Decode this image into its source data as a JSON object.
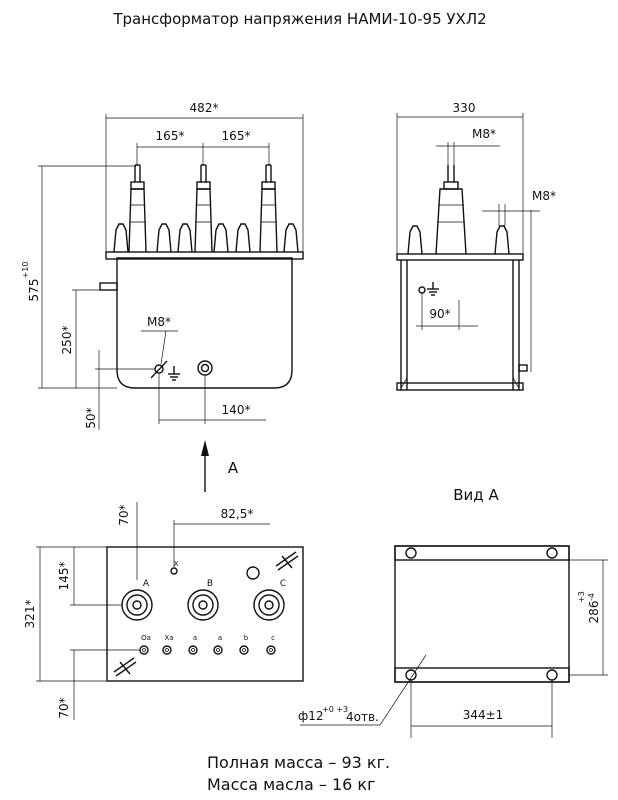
{
  "title": "Трансформатор напряжения НАМИ-10-95 УХЛ2",
  "front_view": {
    "dim_total_width": "482*",
    "dim_pitch_left": "165*",
    "dim_pitch_right": "165*",
    "dim_height": "575",
    "dim_height_tol": "+10",
    "dim_body_height": "250*",
    "dim_thread": "M8*",
    "dim_base": "50*",
    "dim_offset": "140*"
  },
  "side_view": {
    "dim_width": "330",
    "dim_thread_top": "M8*",
    "dim_thread_side": "M8*",
    "dim_ground": "90*"
  },
  "arrow_label": "A",
  "view_a_title": "Вид А",
  "plan_view": {
    "dim_left_top": "70*",
    "dim_offset": "82,5*",
    "dim_row": "145*",
    "dim_total": "321*",
    "dim_left_bottom": "70*",
    "phase_labels": [
      "A",
      "B",
      "C"
    ],
    "x_label": "X",
    "terminal_labels": [
      "Oa",
      "Xa",
      "a",
      "a",
      "b",
      "c"
    ]
  },
  "view_a": {
    "dim_height": "286",
    "dim_height_tol_up": "+3",
    "dim_height_tol_down": "-4",
    "dim_width": "344±1",
    "dim_hole": "ф12",
    "dim_hole_tol": "+0 +3",
    "dim_hole_count": "4отв."
  },
  "notes": {
    "mass_total": "Полная масса – 93 кг.",
    "mass_oil": "Масса масла – 16 кг"
  }
}
